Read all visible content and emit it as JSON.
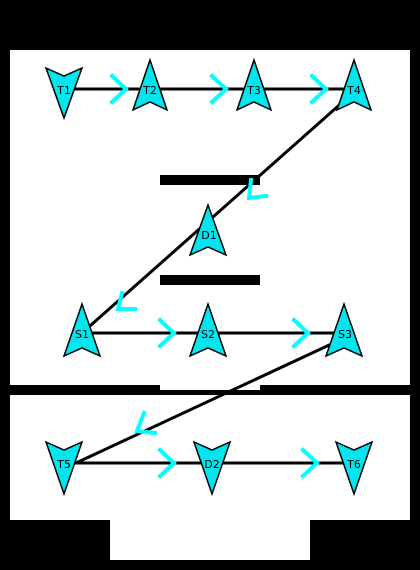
{
  "colors": {
    "background": "#000000",
    "field": "#ffffff",
    "node_fill": "#00e5ee",
    "node_stroke": "#000000",
    "link": "#000000",
    "arrow": "#00ffff",
    "wall": "#000000"
  },
  "nodes": {
    "t1": {
      "label": "T1"
    },
    "t2": {
      "label": "T2"
    },
    "t3": {
      "label": "T3"
    },
    "t4": {
      "label": "T4"
    },
    "d1": {
      "label": "D1"
    },
    "s1": {
      "label": "S1"
    },
    "s2": {
      "label": "S2"
    },
    "s3": {
      "label": "S3"
    },
    "t5": {
      "label": "T5"
    },
    "d2": {
      "label": "D2"
    },
    "t6": {
      "label": "T6"
    }
  }
}
